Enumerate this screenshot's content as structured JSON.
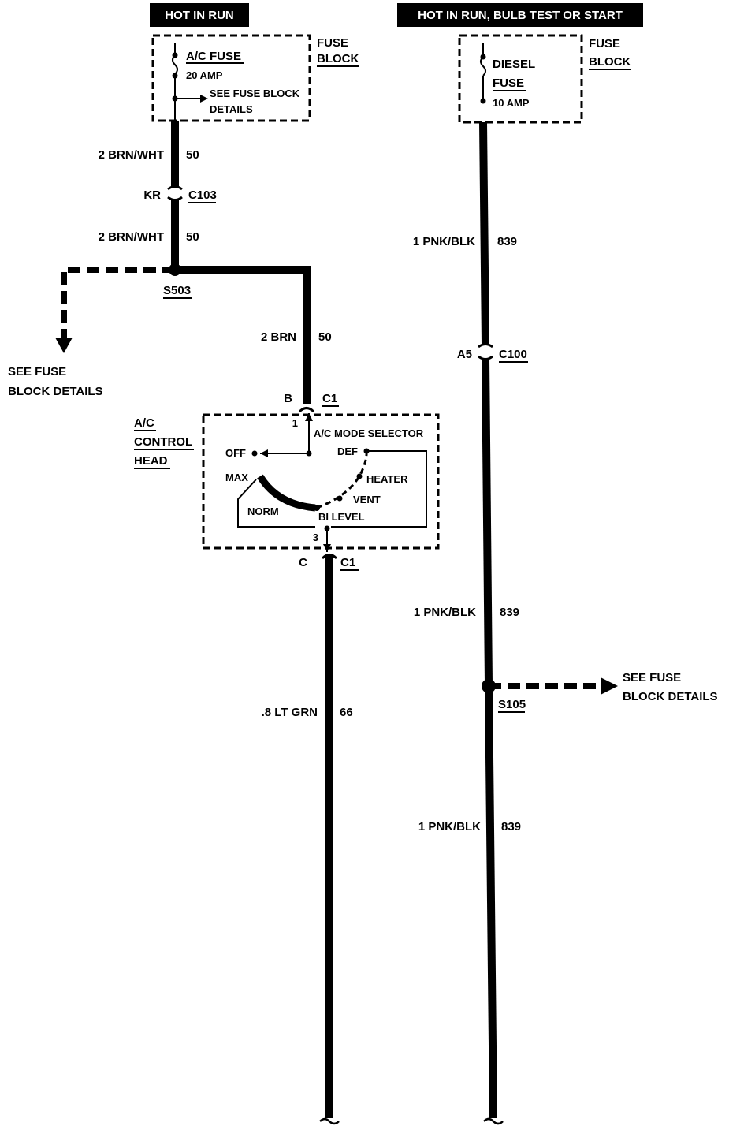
{
  "headers": {
    "left": "HOT IN RUN",
    "right": "HOT IN RUN, BULB TEST OR START"
  },
  "left_fuse_box": {
    "fuse_name": "A/C FUSE",
    "fuse_rating": "20 AMP",
    "see_details_line1": "SEE FUSE BLOCK",
    "see_details_line2": "DETAILS",
    "block_label_line1": "FUSE",
    "block_label_line2": "BLOCK"
  },
  "right_fuse_box": {
    "fuse_name_line1": "DIESEL",
    "fuse_name_line2": "FUSE",
    "fuse_rating": "10 AMP",
    "block_label_line1": "FUSE",
    "block_label_line2": "BLOCK"
  },
  "left_circuit": {
    "wire1_color": "2 BRN/WHT",
    "wire1_number": "50",
    "connector_pin": "KR",
    "connector_name": "C103",
    "wire2_color": "2 BRN/WHT",
    "wire2_number": "50",
    "splice_name": "S503",
    "splice_details_line1": "SEE FUSE",
    "splice_details_line2": "BLOCK DETAILS",
    "wire3_color": "2 BRN",
    "wire3_number": "50",
    "c1_top_pin": "B",
    "c1_top_name": "C1",
    "c1_bottom_pin": "C",
    "c1_bottom_name": "C1",
    "wire4_color": ".8 LT GRN",
    "wire4_number": "66"
  },
  "control_head": {
    "label_line1": "A/C",
    "label_line2": "CONTROL",
    "label_line3": "HEAD",
    "selector_title": "A/C MODE SELECTOR",
    "terminal_top": "1",
    "terminal_bottom": "3",
    "positions": {
      "off": "OFF",
      "max": "MAX",
      "norm": "NORM",
      "bi_level": "BI LEVEL",
      "vent": "VENT",
      "heater": "HEATER",
      "def": "DEF"
    }
  },
  "right_circuit": {
    "wire1_color": "1 PNK/BLK",
    "wire1_number": "839",
    "connector_pin": "A5",
    "connector_name": "C100",
    "wire2_color": "1 PNK/BLK",
    "wire2_number": "839",
    "splice_name": "S105",
    "splice_details_line1": "SEE FUSE",
    "splice_details_line2": "BLOCK DETAILS",
    "wire3_color": "1 PNK/BLK",
    "wire3_number": "839"
  }
}
